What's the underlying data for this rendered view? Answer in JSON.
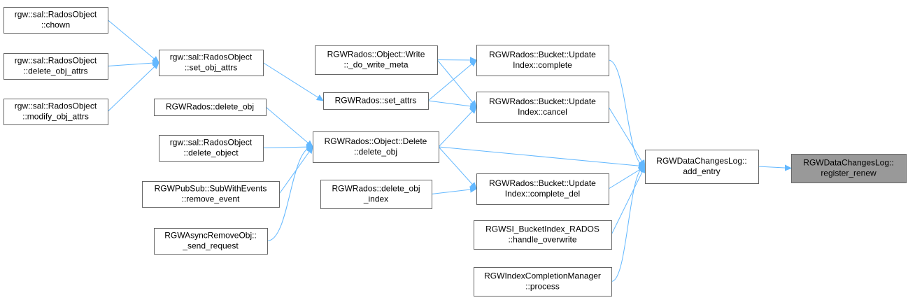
{
  "colors": {
    "edge": "#63b8ff",
    "node_border": "#666666",
    "node_fill": "#ffffff",
    "current_fill": "#999999"
  },
  "nodes": [
    {
      "id": "n_chown",
      "lines": [
        "rgw::sal::RadosObject",
        "::chown"
      ]
    },
    {
      "id": "n_delete_obj_attrs",
      "lines": [
        "rgw::sal::RadosObject",
        "::delete_obj_attrs"
      ]
    },
    {
      "id": "n_modify_obj_attrs",
      "lines": [
        "rgw::sal::RadosObject",
        "::modify_obj_attrs"
      ]
    },
    {
      "id": "n_set_obj_attrs",
      "lines": [
        "rgw::sal::RadosObject",
        "::set_obj_attrs"
      ]
    },
    {
      "id": "n_rgwrados_delete_obj",
      "lines": [
        "RGWRados::delete_obj"
      ]
    },
    {
      "id": "n_delete_object",
      "lines": [
        "rgw::sal::RadosObject",
        "::delete_object"
      ]
    },
    {
      "id": "n_remove_event",
      "lines": [
        "RGWPubSub::SubWithEvents",
        "::remove_event"
      ]
    },
    {
      "id": "n_send_request",
      "lines": [
        "RGWAsyncRemoveObj::",
        "_send_request"
      ]
    },
    {
      "id": "n_do_write_meta",
      "lines": [
        "RGWRados::Object::Write",
        "::_do_write_meta"
      ]
    },
    {
      "id": "n_set_attrs",
      "lines": [
        "RGWRados::set_attrs"
      ]
    },
    {
      "id": "n_delete_delete_obj",
      "lines": [
        "RGWRados::Object::Delete",
        "::delete_obj"
      ]
    },
    {
      "id": "n_delete_obj_index",
      "lines": [
        "RGWRados::delete_obj",
        "_index"
      ]
    },
    {
      "id": "n_upd_complete",
      "lines": [
        "RGWRados::Bucket::Update",
        "Index::complete"
      ]
    },
    {
      "id": "n_upd_cancel",
      "lines": [
        "RGWRados::Bucket::Update",
        "Index::cancel"
      ]
    },
    {
      "id": "n_upd_complete_del",
      "lines": [
        "RGWRados::Bucket::Update",
        "Index::complete_del"
      ]
    },
    {
      "id": "n_handle_overwrite",
      "lines": [
        "RGWSI_BucketIndex_RADOS",
        "::handle_overwrite"
      ]
    },
    {
      "id": "n_process",
      "lines": [
        "RGWIndexCompletionManager",
        "::process"
      ]
    },
    {
      "id": "n_add_entry",
      "lines": [
        "RGWDataChangesLog::",
        "add_entry"
      ]
    },
    {
      "id": "n_register_renew",
      "lines": [
        "RGWDataChangesLog::",
        "register_renew"
      ],
      "current": true
    }
  ]
}
